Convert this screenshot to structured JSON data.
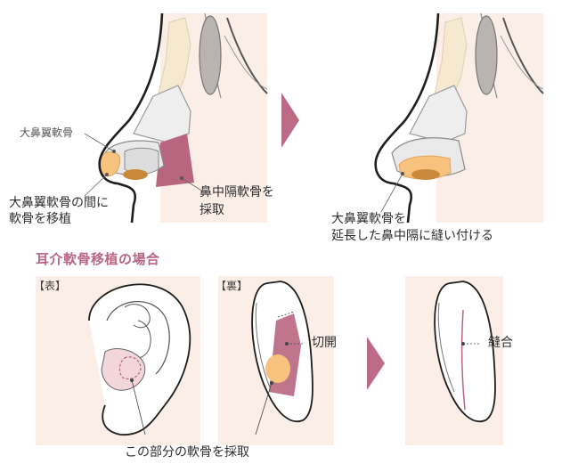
{
  "nose_left": {
    "label_alar": "大鼻翼軟骨",
    "label_graft_line1": "大鼻翼軟骨の間に",
    "label_graft_line2": "軟骨を移植",
    "label_septum_line1": "鼻中隔軟骨を",
    "label_septum_line2": "採取"
  },
  "nose_right": {
    "label_line1": "大鼻翼軟骨を",
    "label_line2": "延長した鼻中隔に縫い付ける"
  },
  "ear": {
    "section_title": "耳介軟骨移植の場合",
    "tag_front": "【表】",
    "tag_back": "【裏】",
    "label_incision": "切開",
    "label_suture": "縫合",
    "label_harvest": "この部分の軟骨を採取"
  },
  "colors": {
    "skin": "#fbeee6",
    "outline": "#1e1e1e",
    "mauve": "#b8667f",
    "cartilage_orange": "#f6c27e",
    "arrow": "#bc6b85"
  }
}
